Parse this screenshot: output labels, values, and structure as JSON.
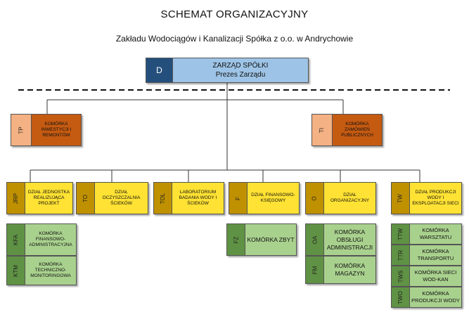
{
  "header": {
    "title": "SCHEMAT ORGANIZACYJNY",
    "subtitle": "Zakładu Wodociągów i Kanalizacji Spółka z o.o. w Andrychowie"
  },
  "board": {
    "code": "D",
    "line1": "ZARZĄD SPÓŁKI",
    "line2": "Prezes Zarządu"
  },
  "staff": [
    {
      "code": "TP",
      "label": "KOMÓRKA INWESTYCJI I REMONTÓW"
    },
    {
      "code": "TI",
      "label": "KOMÓRKA ZAMÓWIEŃ PUBLICZNYCH"
    }
  ],
  "departments": [
    {
      "code": "JRP",
      "label": "DZIAŁ JEDNOSTKA REALIZUJĄCA PROJEKT"
    },
    {
      "code": "TO",
      "label": "DZIAŁ OCZYSZCZALNIA ŚCIEKÓW"
    },
    {
      "code": "TOL",
      "label": "LABORATORIUM BADANIA WODY I ŚCIEKÓW"
    },
    {
      "code": "F",
      "label": "DZIAŁ FINANSOWO-KSIĘGOWY"
    },
    {
      "code": "O",
      "label": "DZIAŁ ORGANIZACYJNY"
    },
    {
      "code": "TW",
      "label": "DZIAŁ PRODUKCJI WODY I EKSPLOATACJI SIECI"
    }
  ],
  "units": {
    "jrp": [
      {
        "code": "KFA",
        "label": "KOMÓRKA FINANSOWO-ADMINISTRACYJNA"
      },
      {
        "code": "KTM",
        "label": "KOMÓRKA TECHNICZNO-MONITORINGOWA"
      }
    ],
    "f": [
      {
        "code": "FZ",
        "label": "KOMÓRKA ZBYT"
      }
    ],
    "o": [
      {
        "code": "OA",
        "label": "KOMÓRKA OBSŁUGI ADMINISTRACJI"
      },
      {
        "code": "FM",
        "label": "KOMÓRKA MAGAZYN"
      }
    ],
    "tw": [
      {
        "code": "TTW",
        "label": "KOMÓRKA WARSZTATU"
      },
      {
        "code": "TTR",
        "label": "KOMÓRKA TRANSPORTU"
      },
      {
        "code": "TWS",
        "label": "KOMÓRKA SIECI WOD-KAN"
      },
      {
        "code": "TWO",
        "label": "KOMÓRKA PRODUKCJI WODY"
      }
    ]
  },
  "colors": {
    "board_code": "#244f7c",
    "board_label": "#9dc3e6",
    "staff_code": "#f4b183",
    "staff_label": "#c55a11",
    "dept_code": "#bf9000",
    "dept_label": "#ffe233",
    "unit_code": "#5f9244",
    "unit_label": "#a9d18e"
  }
}
